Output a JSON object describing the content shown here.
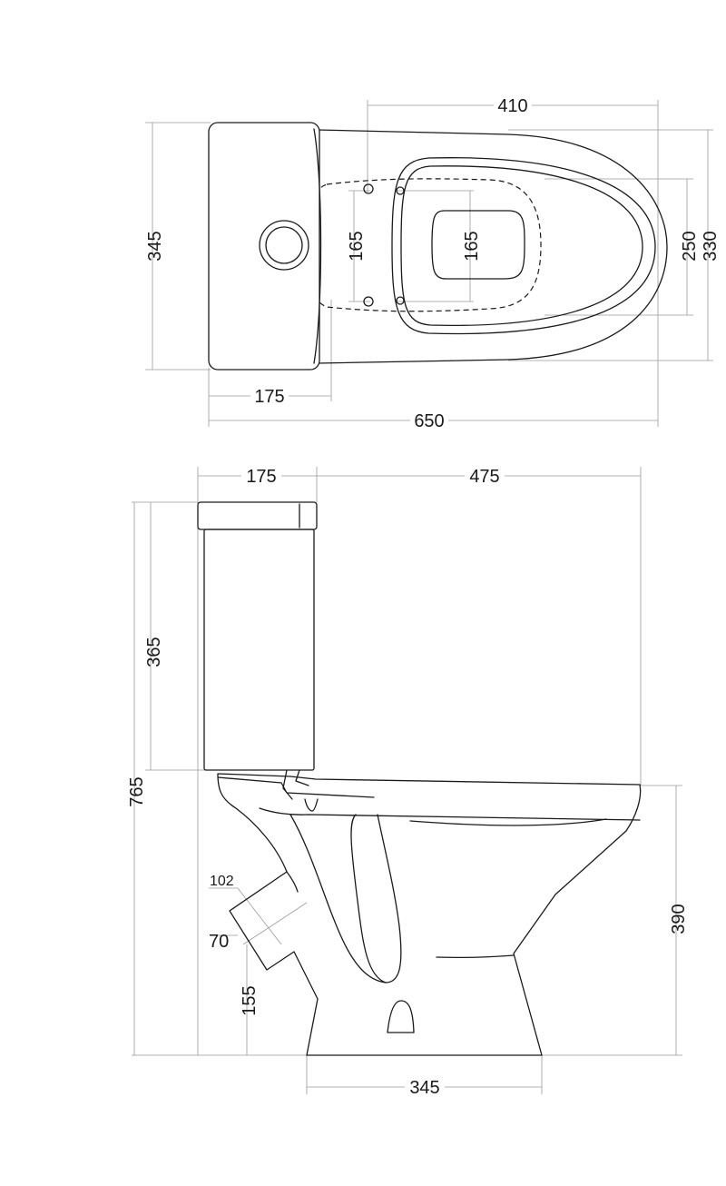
{
  "top_view": {
    "dims": {
      "length_bolt_to_front": "410",
      "depth_tank": "345",
      "bolt_spacing_left": "165",
      "bolt_spacing_right": "165",
      "width_seat": "250",
      "width_bowl": "330",
      "tank_depth": "175",
      "total_length": "650"
    }
  },
  "side_view": {
    "dims": {
      "tank_depth": "175",
      "bowl_length": "475",
      "tank_height": "365",
      "total_height": "765",
      "outlet_diameter_outer": "102",
      "outlet_diameter_inner": "70",
      "outlet_height": "155",
      "seat_height": "390",
      "base_length": "345"
    }
  }
}
